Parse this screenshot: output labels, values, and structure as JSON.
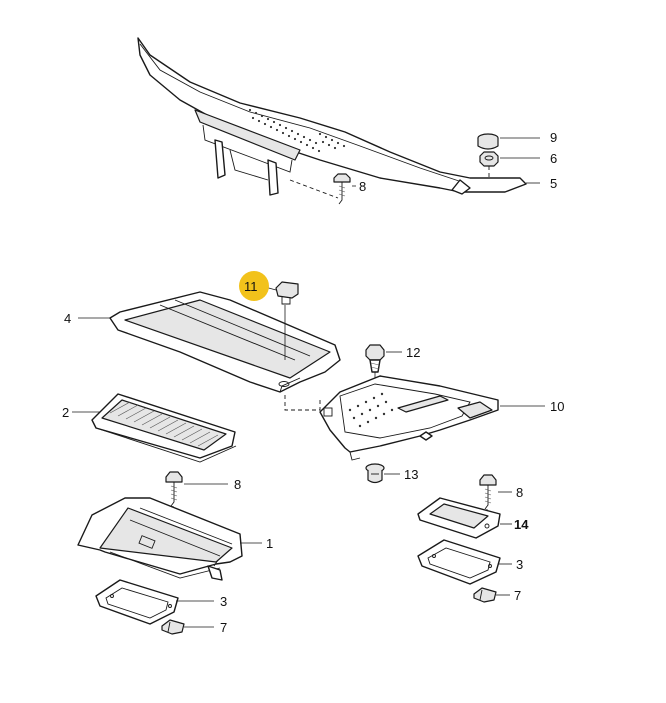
{
  "callouts": {
    "c9": "9",
    "c6": "6",
    "c5": "5",
    "c8_top": "8",
    "c11": "11",
    "c4": "4",
    "c12": "12",
    "c10": "10",
    "c2": "2",
    "c13": "13",
    "c8_left": "8",
    "c1": "1",
    "c3_left": "3",
    "c7_left": "7",
    "c8_right": "8",
    "c14": "14",
    "c3_right": "3",
    "c7_right": "7"
  },
  "highlight_color": "#f2c21b"
}
